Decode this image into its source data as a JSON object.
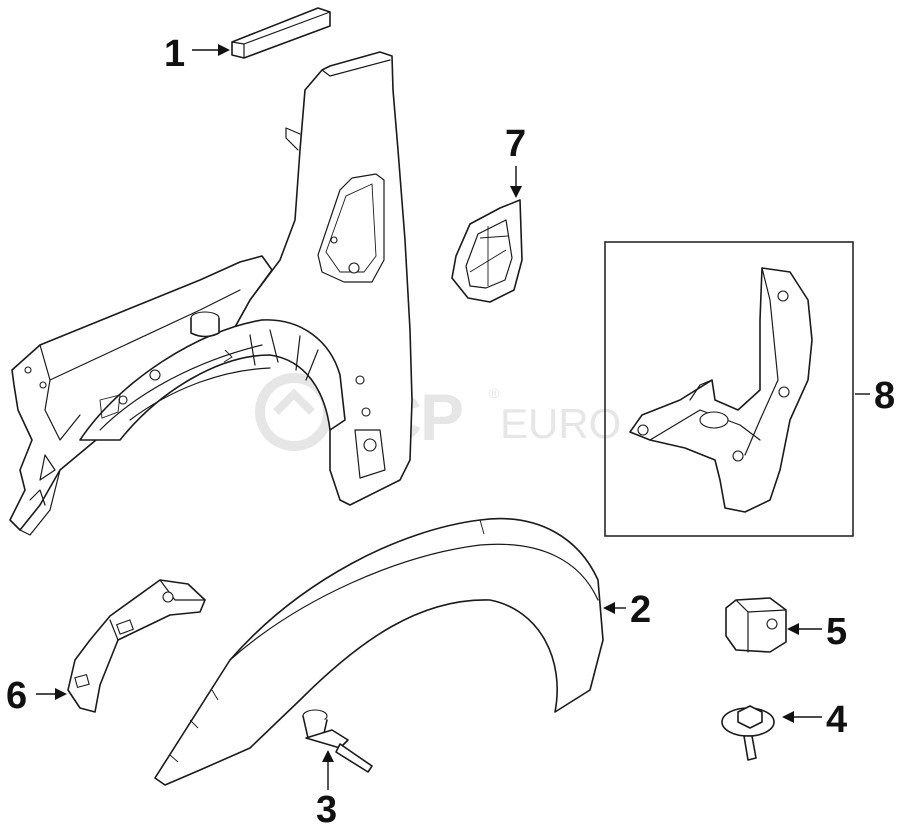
{
  "diagram": {
    "callouts": [
      {
        "id": "1",
        "label": "1"
      },
      {
        "id": "2",
        "label": "2"
      },
      {
        "id": "3",
        "label": "3"
      },
      {
        "id": "4",
        "label": "4"
      },
      {
        "id": "5",
        "label": "5"
      },
      {
        "id": "6",
        "label": "6"
      },
      {
        "id": "7",
        "label": "7"
      },
      {
        "id": "8",
        "label": "8"
      }
    ]
  },
  "watermark": {
    "brand": "FCP",
    "suffix": "EURO",
    "registered": "®"
  },
  "colors": {
    "line": "#1a1a1a",
    "watermark": "#e6e6e6",
    "background": "#ffffff"
  }
}
